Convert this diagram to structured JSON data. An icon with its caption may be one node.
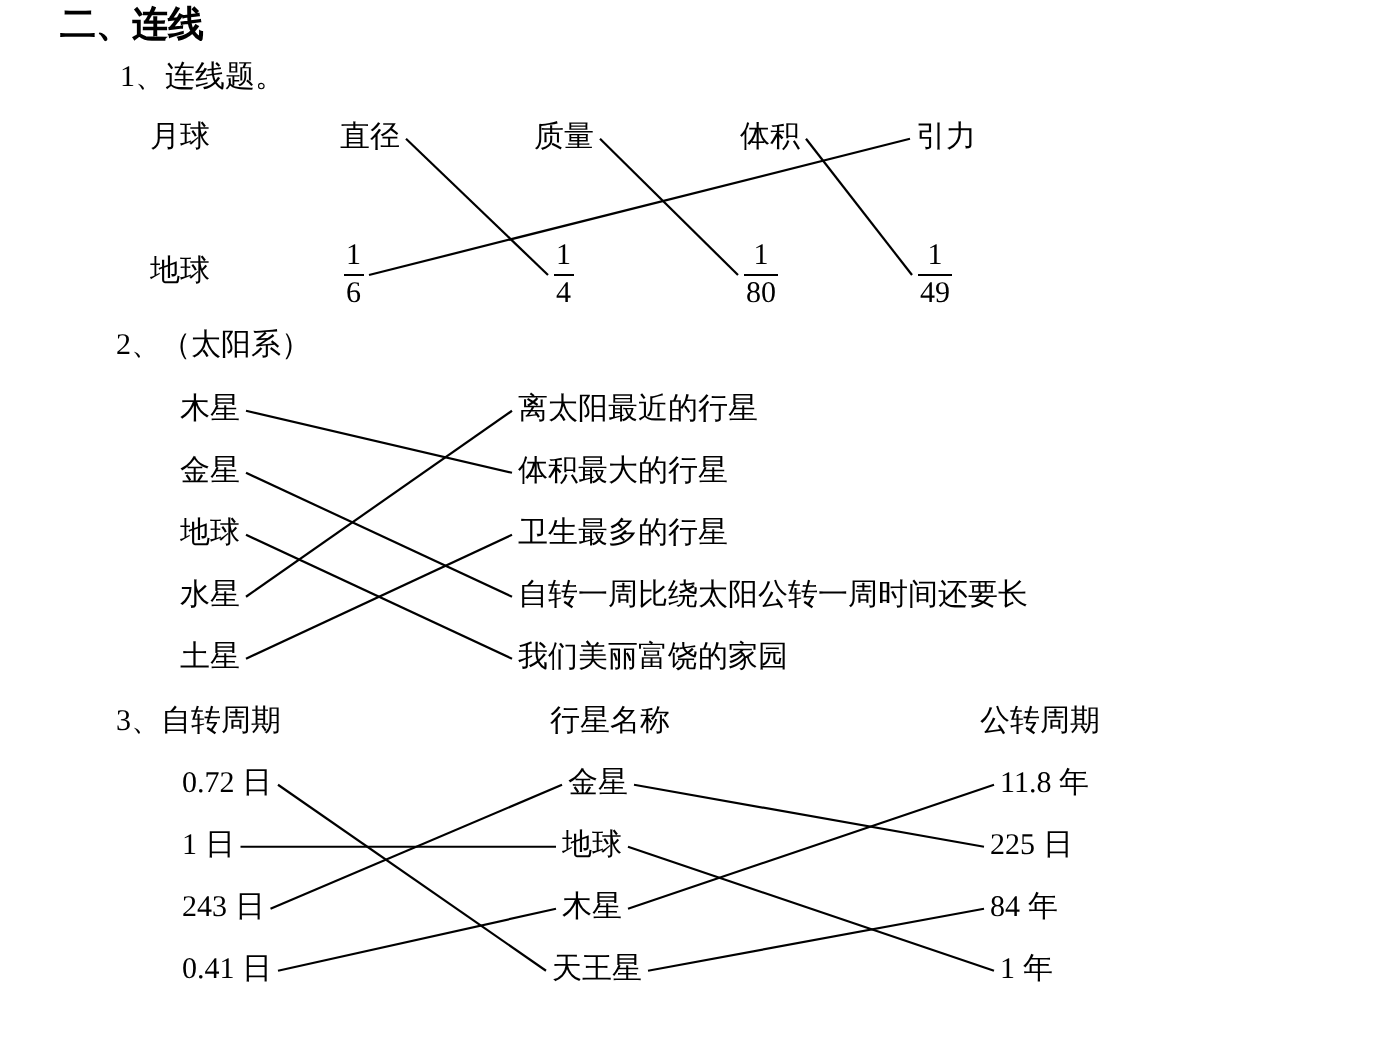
{
  "diagram": {
    "title": "二、连线",
    "nodes": [
      {
        "text": [
          "直径"
        ]
      },
      {
        "text": [
          "质量"
        ]
      },
      {
        "text": [
          "体积"
        ]
      },
      {
        "text": [
          "引力"
        ]
      },
      {
        "text": [
          "1",
          "6"
        ]
      },
      {
        "text": [
          "1",
          "4"
        ]
      },
      {
        "text": [
          "1",
          "80"
        ]
      },
      {
        "text": [
          "1",
          "49"
        ]
      },
      {
        "text": [
          "木星"
        ]
      },
      {
        "text": [
          "离太阳最近的行星"
        ]
      },
      {
        "text": [
          "金星"
        ]
      },
      {
        "text": [
          "体积最大的行星"
        ]
      },
      {
        "text": [
          "地球"
        ]
      },
      {
        "text": [
          "卫生最多的行星"
        ]
      },
      {
        "text": [
          "水星"
        ]
      },
      {
        "text": [
          "自转一周比绕太阳公转一周时间还要长"
        ]
      },
      {
        "text": [
          "土星"
        ]
      },
      {
        "text": [
          "我们美丽富饶的家园"
        ]
      },
      {
        "text": [
          "0.72 日"
        ]
      },
      {
        "text": [
          "金星"
        ]
      },
      {
        "text": [
          "11.8 年"
        ]
      },
      {
        "text": [
          "1 日"
        ]
      },
      {
        "text": [
          "地球"
        ]
      },
      {
        "text": [
          "225 日"
        ]
      },
      {
        "text": [
          "243 日"
        ]
      },
      {
        "text": [
          "木星"
        ]
      },
      {
        "text": [
          "84 年"
        ]
      },
      {
        "text": [
          "0.41 日"
        ]
      },
      {
        "text": [
          "天王星"
        ]
      },
      {
        "text": [
          "1 年"
        ]
      }
    ],
    "edges": [
      {
        "from": 0,
        "to": 5,
        "arrow": "none"
      },
      {
        "from": 1,
        "to": 6,
        "arrow": "none"
      },
      {
        "from": 2,
        "to": 7,
        "arrow": "none"
      },
      {
        "from": 3,
        "to": 4,
        "arrow": "none"
      },
      {
        "from": 8,
        "to": 11,
        "arrow": "none"
      },
      {
        "from": 10,
        "to": 15,
        "arrow": "none"
      },
      {
        "from": 12,
        "to": 17,
        "arrow": "none"
      },
      {
        "from": 14,
        "to": 9,
        "arrow": "none"
      },
      {
        "from": 16,
        "to": 13,
        "arrow": "none"
      },
      {
        "from": 18,
        "to": 28,
        "arrow": "none"
      },
      {
        "from": 21,
        "to": 22,
        "arrow": "none"
      },
      {
        "from": 24,
        "to": 19,
        "arrow": "none"
      },
      {
        "from": 27,
        "to": 25,
        "arrow": "none"
      },
      {
        "from": 19,
        "to": 23,
        "arrow": "none"
      },
      {
        "from": 22,
        "to": 29,
        "arrow": "none"
      },
      {
        "from": 25,
        "to": 20,
        "arrow": "none"
      },
      {
        "from": 28,
        "to": 26,
        "arrow": "none"
      }
    ],
    "labels": [
      "1、连线题。",
      "月球",
      "地球",
      "2、（太阳系）",
      "3、自转周期",
      "行星名称",
      "公转周期"
    ]
  }
}
